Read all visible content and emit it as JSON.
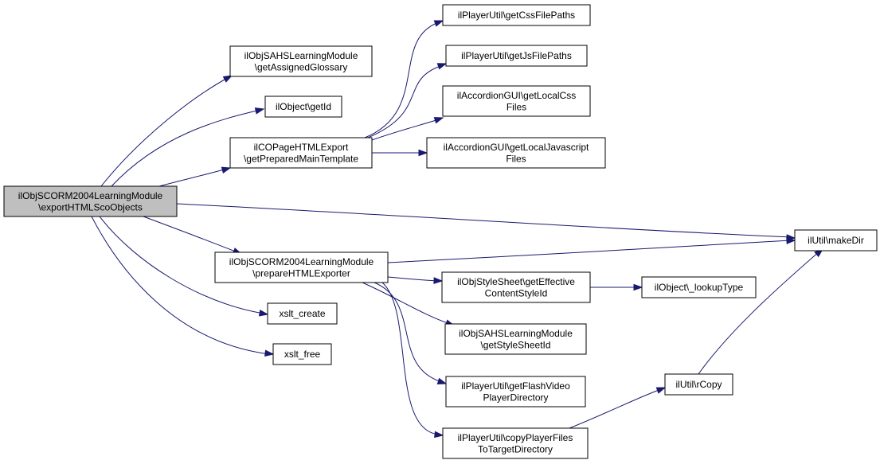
{
  "nodes": {
    "root": [
      "ilObjSCORM2004LearningModule",
      "\\exportHTMLScoObjects"
    ],
    "getAssignedGlossary": [
      "ilObjSAHSLearningModule",
      "\\getAssignedGlossary"
    ],
    "getId": [
      "ilObject\\getId"
    ],
    "getPreparedMainTemplate": [
      "ilCOPageHTMLExport",
      "\\getPreparedMainTemplate"
    ],
    "getCssFilePaths": [
      "ilPlayerUtil\\getCssFilePaths"
    ],
    "getJsFilePaths": [
      "ilPlayerUtil\\getJsFilePaths"
    ],
    "getLocalCssFiles": [
      "ilAccordionGUI\\getLocalCss",
      "Files"
    ],
    "getLocalJavascriptFiles": [
      "ilAccordionGUI\\getLocalJavascript",
      "Files"
    ],
    "makeDir": [
      "ilUtil\\makeDir"
    ],
    "prepareHTMLExporter": [
      "ilObjSCORM2004LearningModule",
      "\\prepareHTMLExporter"
    ],
    "xsltCreate": [
      "xslt_create"
    ],
    "xsltFree": [
      "xslt_free"
    ],
    "getEffectiveContentStyleId": [
      "ilObjStyleSheet\\getEffective",
      "ContentStyleId"
    ],
    "lookupType": [
      "ilObject\\_lookupType"
    ],
    "getStyleSheetId": [
      "ilObjSAHSLearningModule",
      "\\getStyleSheetId"
    ],
    "getFlashVideoPlayerDirectory": [
      "ilPlayerUtil\\getFlashVideo",
      "PlayerDirectory"
    ],
    "rCopy": [
      "ilUtil\\rCopy"
    ],
    "copyPlayerFilesToTargetDirectory": [
      "ilPlayerUtil\\copyPlayerFiles",
      "ToTargetDirectory"
    ]
  },
  "colors": {
    "edge": "#191970",
    "root_fill": "#bfbfbf",
    "node_fill": "#ffffff",
    "border": "#000000"
  }
}
